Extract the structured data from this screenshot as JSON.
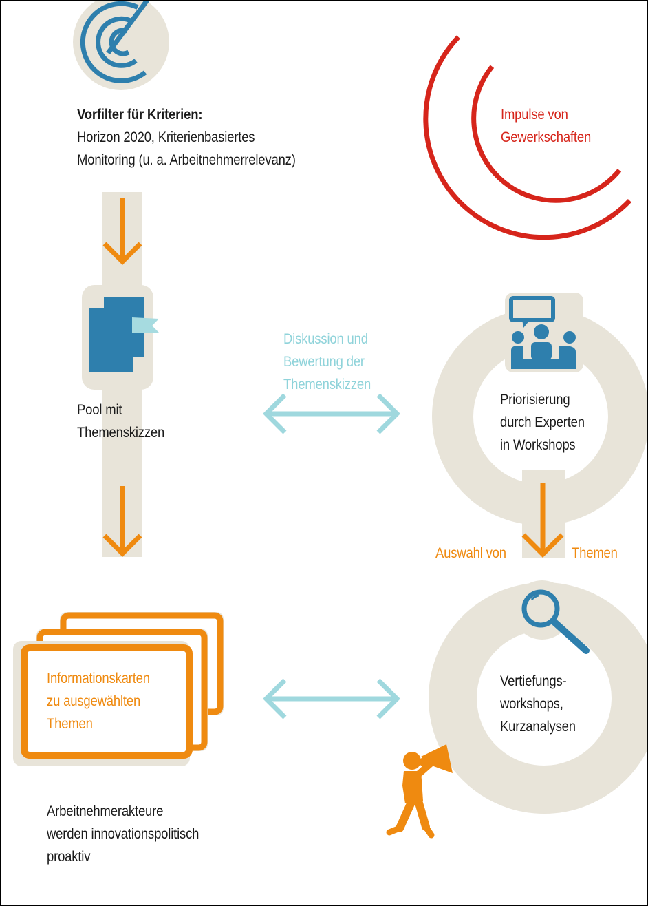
{
  "colors": {
    "beige": "#e8e4d9",
    "blue": "#2e7fad",
    "red": "#d6251b",
    "teal": "#9fd8de",
    "orange": "#ef8a10",
    "text": "#1a1a1a"
  },
  "icons": [
    "radar-icon",
    "documents-icon",
    "meeting-icon",
    "magnifier-icon",
    "megaphone-person-icon"
  ],
  "vorfilter": {
    "title": "Vorfilter für Kriterien:",
    "line1": "Horizon 2020, Kriterienbasiertes",
    "line2": "Monitoring (u. a. Arbeitnehmerrelevanz)"
  },
  "impulse": {
    "line1": "Impulse von",
    "line2": "Gewerkschaften"
  },
  "pool": {
    "line1": "Pool mit",
    "line2": "Themenskizzen"
  },
  "diskussion": {
    "line1": "Diskussion und",
    "line2": "Bewertung der",
    "line3": "Themenskizzen"
  },
  "priorisierung": {
    "line1": "Priorisierung",
    "line2": "durch Experten",
    "line3": "in Workshops"
  },
  "auswahl": {
    "left": "Auswahl von",
    "right": "Themen"
  },
  "karten": {
    "line1": "Informationskarten",
    "line2": "zu ausgewählten",
    "line3": "Themen"
  },
  "vertiefung": {
    "line1": "Vertiefungs-",
    "line2": "workshops,",
    "line3": "Kurzanalysen"
  },
  "ergebnis": {
    "line1": "Arbeitnehmerakteure",
    "line2": "werden innovationspolitisch",
    "line3": "proaktiv"
  }
}
